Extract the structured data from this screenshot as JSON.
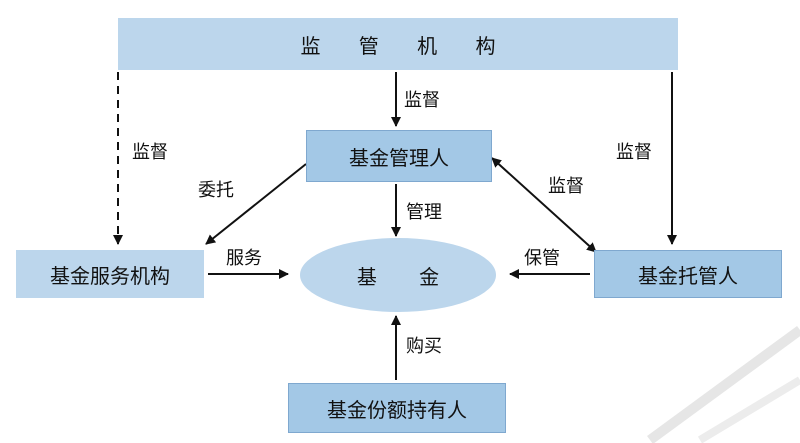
{
  "nodes": {
    "regulator": "监 管 机 构",
    "manager": "基金管理人",
    "service": "基金服务机构",
    "fund": "基 金",
    "custodian": "基金托管人",
    "holders": "基金份额持有人"
  },
  "edges": {
    "regulator_to_manager": "监督",
    "regulator_to_service": "监督",
    "regulator_to_custodian": "监督",
    "manager_to_service": "委托",
    "manager_to_fund": "管理",
    "manager_custodian": "监督",
    "service_to_fund": "服务",
    "custodian_to_fund": "保管",
    "holders_to_fund": "购买"
  },
  "colors": {
    "box_light": "#bcd6ec",
    "box_mid": "#a3c8e6",
    "arrow": "#111111"
  }
}
